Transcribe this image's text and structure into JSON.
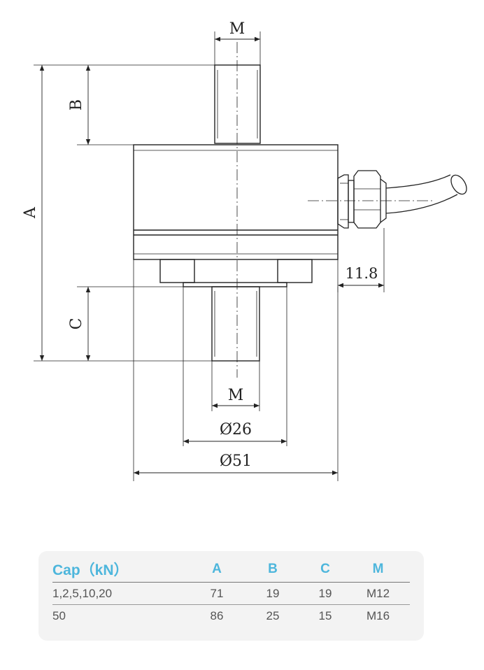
{
  "drawing": {
    "dim_labels": {
      "m_top": "M",
      "b": "B",
      "a": "A",
      "c": "C",
      "m_bottom": "M",
      "dia_inner": "Ø26",
      "dia_outer": "Ø51",
      "offset": "11.8"
    }
  },
  "spec_table": {
    "headers": {
      "cap": "Cap（kN）",
      "a": "A",
      "b": "B",
      "c": "C",
      "m": "M"
    },
    "rows": [
      {
        "cap": "1,2,5,10,20",
        "a": "71",
        "b": "19",
        "c": "19",
        "m": "M12"
      },
      {
        "cap": "50",
        "a": "86",
        "b": "25",
        "c": "15",
        "m": "M16"
      }
    ]
  },
  "colors": {
    "header_accent": "#4db6dc",
    "line": "#222222"
  }
}
